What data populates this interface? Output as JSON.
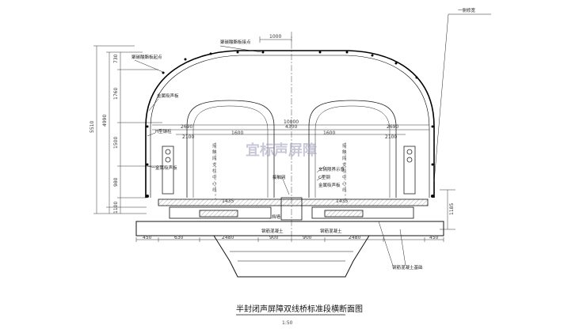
{
  "title": "半封闭声屏障双线桥标准段横断面图",
  "scale": "1:50",
  "watermark": "宜标声屏障",
  "dimensions": {
    "top_width": "1000",
    "h_730": "730",
    "h_1760": "1760",
    "h_4990": "4990",
    "h_5510": "5510",
    "h_1500": "1500",
    "h_980": "980",
    "h_1100": "1100",
    "h_1185": "1185",
    "w_10000": "10000",
    "w_4300": "4300",
    "w_2690_l": "2690",
    "w_1600_l": "1600",
    "w_2100_l": "2100",
    "w_2690_r": "2690",
    "w_1600_r": "1600",
    "w_2100_r": "2100",
    "w_1435_l": "1435",
    "w_1435_r": "1435",
    "b_450_l": "450",
    "b_630": "630",
    "b_2480_l": "2480",
    "b_900_l": "900",
    "b_900_r": "900",
    "b_2480_r": "2480",
    "b_450_r": "450"
  },
  "labels": {
    "side_line": "一侧修宽",
    "top_panel": "聚碳酸酯板接点",
    "upper_panel": "聚碳酸酯板起点",
    "metal_panel_upper": "金属吸声板",
    "steel_frame": "H型钢柱",
    "metal_panel_lower": "金属吸声板",
    "center_cable": "接触网",
    "right_power": "车辆限界示意",
    "right_line2": "C型钢",
    "right_panel": "金属吸声板",
    "wall": "挡墙",
    "rail_l": "钢筋混凝土",
    "rail_r": "钢筋混凝土",
    "bottom_right": "钢筋混凝土基础"
  },
  "vertical_text": [
    "接",
    "触",
    "网",
    "支",
    "柱",
    "中",
    "心",
    "线"
  ],
  "colors": {
    "line": "#1a1a1a",
    "thick": "#000000",
    "accent": "#2a5db0",
    "hatch": "#555555"
  }
}
